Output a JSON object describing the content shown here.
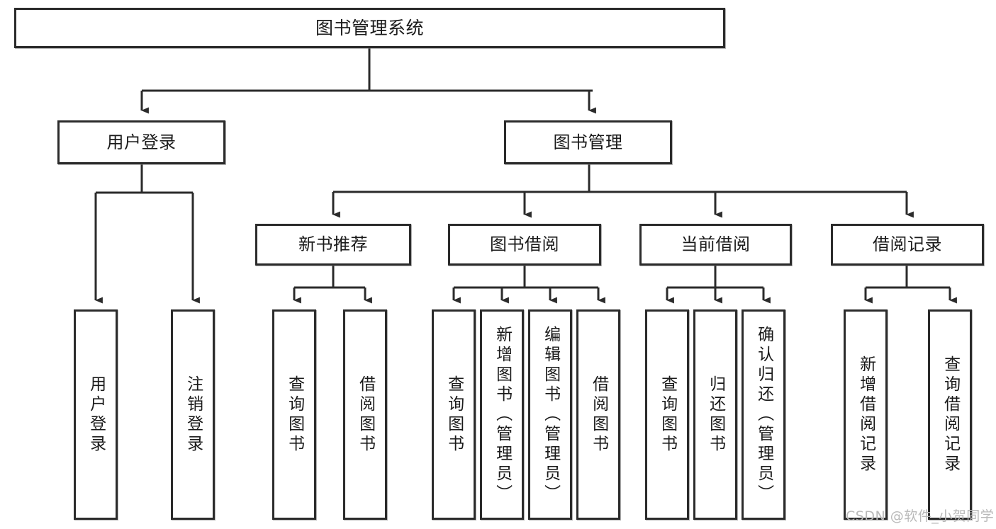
{
  "diagram": {
    "title": "图书管理系统",
    "type": "tree-hierarchy",
    "root": {
      "id": "root",
      "label": "图书管理系统"
    },
    "level2": [
      {
        "id": "user-login",
        "label": "用户登录"
      },
      {
        "id": "book-management",
        "label": "图书管理"
      }
    ],
    "level3": [
      {
        "id": "new-book-recommend",
        "label": "新书推荐",
        "parent": "book-management"
      },
      {
        "id": "book-borrow",
        "label": "图书借阅",
        "parent": "book-management"
      },
      {
        "id": "current-borrow",
        "label": "当前借阅",
        "parent": "book-management"
      },
      {
        "id": "borrow-record",
        "label": "借阅记录",
        "parent": "book-management"
      }
    ],
    "leaves": [
      {
        "id": "leaf-user-login",
        "label": "用户登录",
        "parent": "user-login"
      },
      {
        "id": "leaf-logout-login",
        "label": "注销登录",
        "parent": "user-login"
      },
      {
        "id": "leaf-query-book-1",
        "label": "查询图书",
        "parent": "new-book-recommend"
      },
      {
        "id": "leaf-borrow-book-1",
        "label": "借阅图书",
        "parent": "new-book-recommend"
      },
      {
        "id": "leaf-query-book-2",
        "label": "查询图书",
        "parent": "book-borrow"
      },
      {
        "id": "leaf-add-book",
        "label": "新增图书（管理员）",
        "parent": "book-borrow"
      },
      {
        "id": "leaf-edit-book",
        "label": "编辑图书（管理员）",
        "parent": "book-borrow"
      },
      {
        "id": "leaf-borrow-book-2",
        "label": "借阅图书",
        "parent": "book-borrow"
      },
      {
        "id": "leaf-query-book-3",
        "label": "查询图书",
        "parent": "current-borrow"
      },
      {
        "id": "leaf-return-book",
        "label": "归还图书",
        "parent": "current-borrow"
      },
      {
        "id": "leaf-confirm-return",
        "label": "确认归还（管理员）",
        "parent": "current-borrow"
      },
      {
        "id": "leaf-add-record",
        "label": "新增借阅记录",
        "parent": "borrow-record"
      },
      {
        "id": "leaf-query-record",
        "label": "查询借阅记录",
        "parent": "borrow-record"
      }
    ],
    "colors": {
      "node_border": "#2b2b2b",
      "node_fill": "#ffffff",
      "edge": "#2b2b2b",
      "text": "#1a1a1a",
      "watermark": "#b9b9b9",
      "background": "#ffffff"
    }
  },
  "watermark": {
    "text": "CSDN @软件_小贺同学"
  }
}
